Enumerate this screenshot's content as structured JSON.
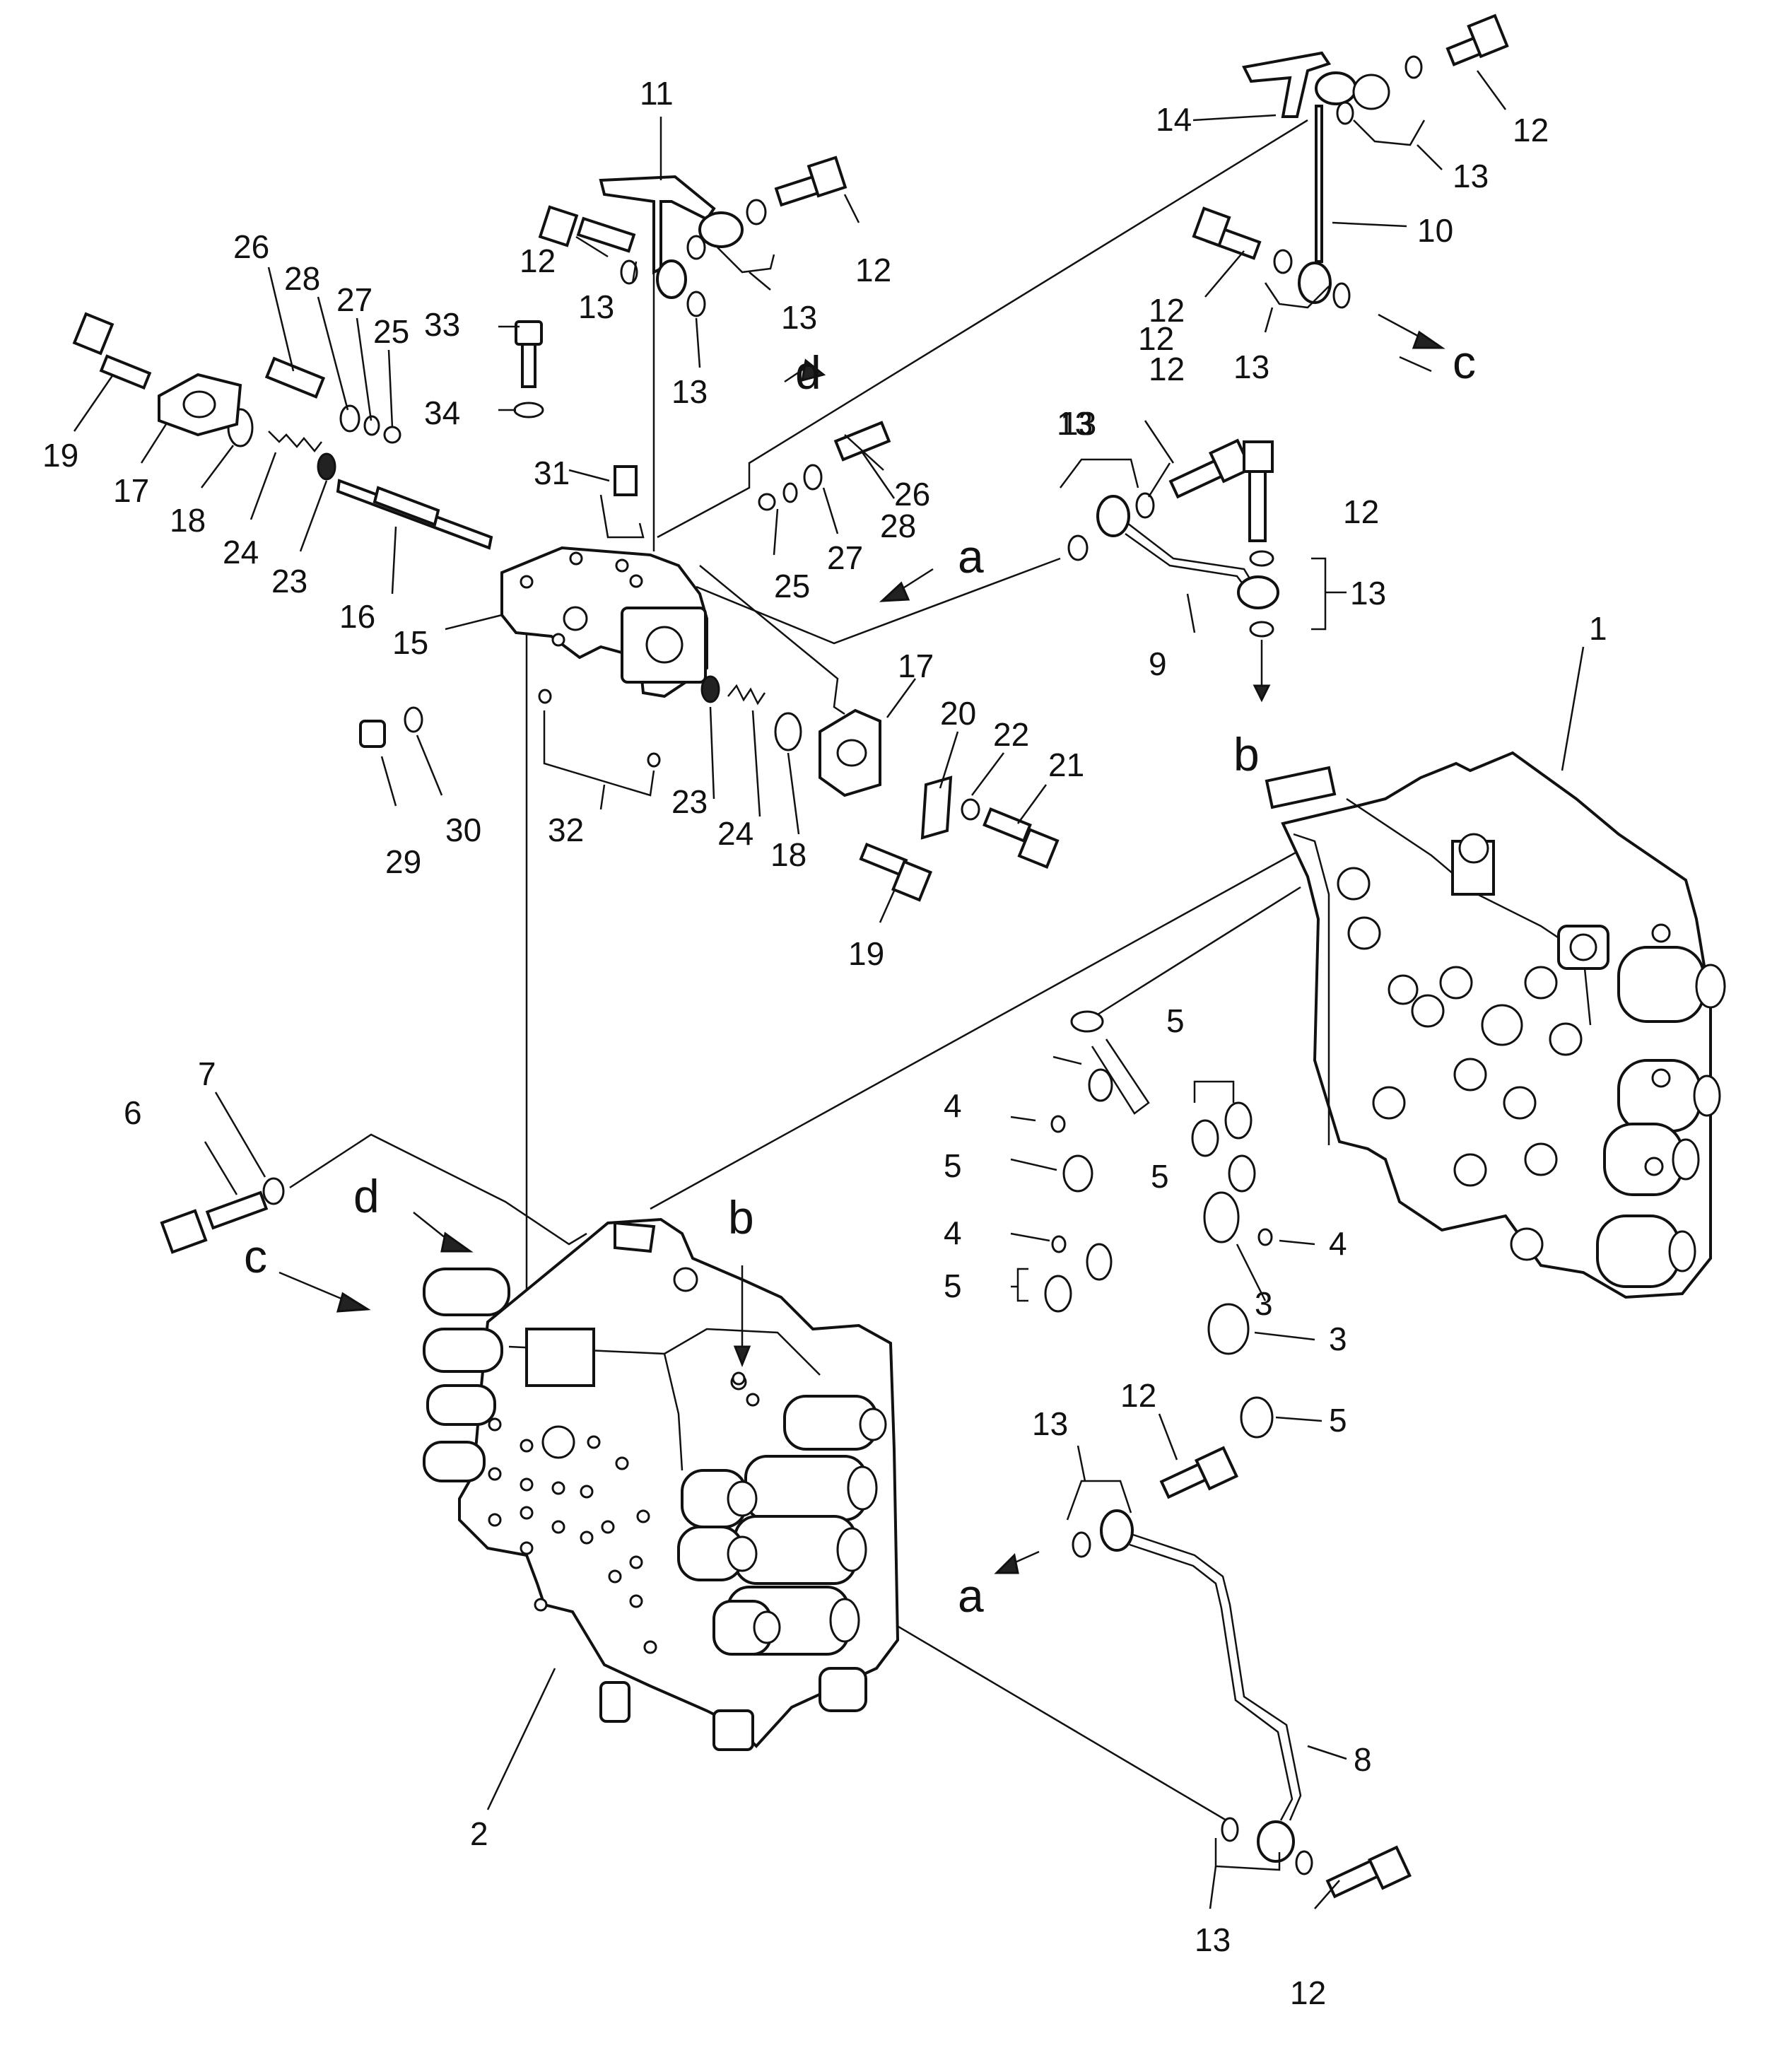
{
  "diagram": {
    "callouts": [
      {
        "label": "11"
      },
      {
        "label": "14"
      },
      {
        "label": "12"
      },
      {
        "label": "13"
      },
      {
        "label": "10"
      },
      {
        "label": "12"
      },
      {
        "label": "13"
      },
      {
        "label": "26"
      },
      {
        "label": "28"
      },
      {
        "label": "27"
      },
      {
        "label": "25"
      },
      {
        "label": "33"
      },
      {
        "label": "12"
      },
      {
        "label": "13"
      },
      {
        "label": "13"
      },
      {
        "label": "13"
      },
      {
        "label": "12"
      },
      {
        "label": "12"
      },
      {
        "label": "13"
      },
      {
        "label": "19"
      },
      {
        "label": "17"
      },
      {
        "label": "18"
      },
      {
        "label": "24"
      },
      {
        "label": "23"
      },
      {
        "label": "16"
      },
      {
        "label": "15"
      },
      {
        "label": "34"
      },
      {
        "label": "31"
      },
      {
        "label": "13"
      },
      {
        "label": "12"
      },
      {
        "label": "26"
      },
      {
        "label": "28"
      },
      {
        "label": "27"
      },
      {
        "label": "25"
      },
      {
        "label": "12"
      },
      {
        "label": "13"
      },
      {
        "label": "9"
      },
      {
        "label": "17"
      },
      {
        "label": "20"
      },
      {
        "label": "22"
      },
      {
        "label": "21"
      },
      {
        "label": "23"
      },
      {
        "label": "24"
      },
      {
        "label": "18"
      },
      {
        "label": "19"
      },
      {
        "label": "29"
      },
      {
        "label": "30"
      },
      {
        "label": "32"
      },
      {
        "label": "1"
      },
      {
        "label": "5"
      },
      {
        "label": "4"
      },
      {
        "label": "5"
      },
      {
        "label": "4"
      },
      {
        "label": "5"
      },
      {
        "label": "5"
      },
      {
        "label": "4"
      },
      {
        "label": "3"
      },
      {
        "label": "3"
      },
      {
        "label": "5"
      },
      {
        "label": "6"
      },
      {
        "label": "7"
      },
      {
        "label": "13"
      },
      {
        "label": "12"
      },
      {
        "label": "8"
      },
      {
        "label": "2"
      },
      {
        "label": "13"
      },
      {
        "label": "12"
      }
    ],
    "flow_labels": [
      {
        "label": "d"
      },
      {
        "label": "c"
      },
      {
        "label": "a"
      },
      {
        "label": "b"
      },
      {
        "label": "d"
      },
      {
        "label": "c"
      },
      {
        "label": "b"
      },
      {
        "label": "a"
      }
    ]
  }
}
